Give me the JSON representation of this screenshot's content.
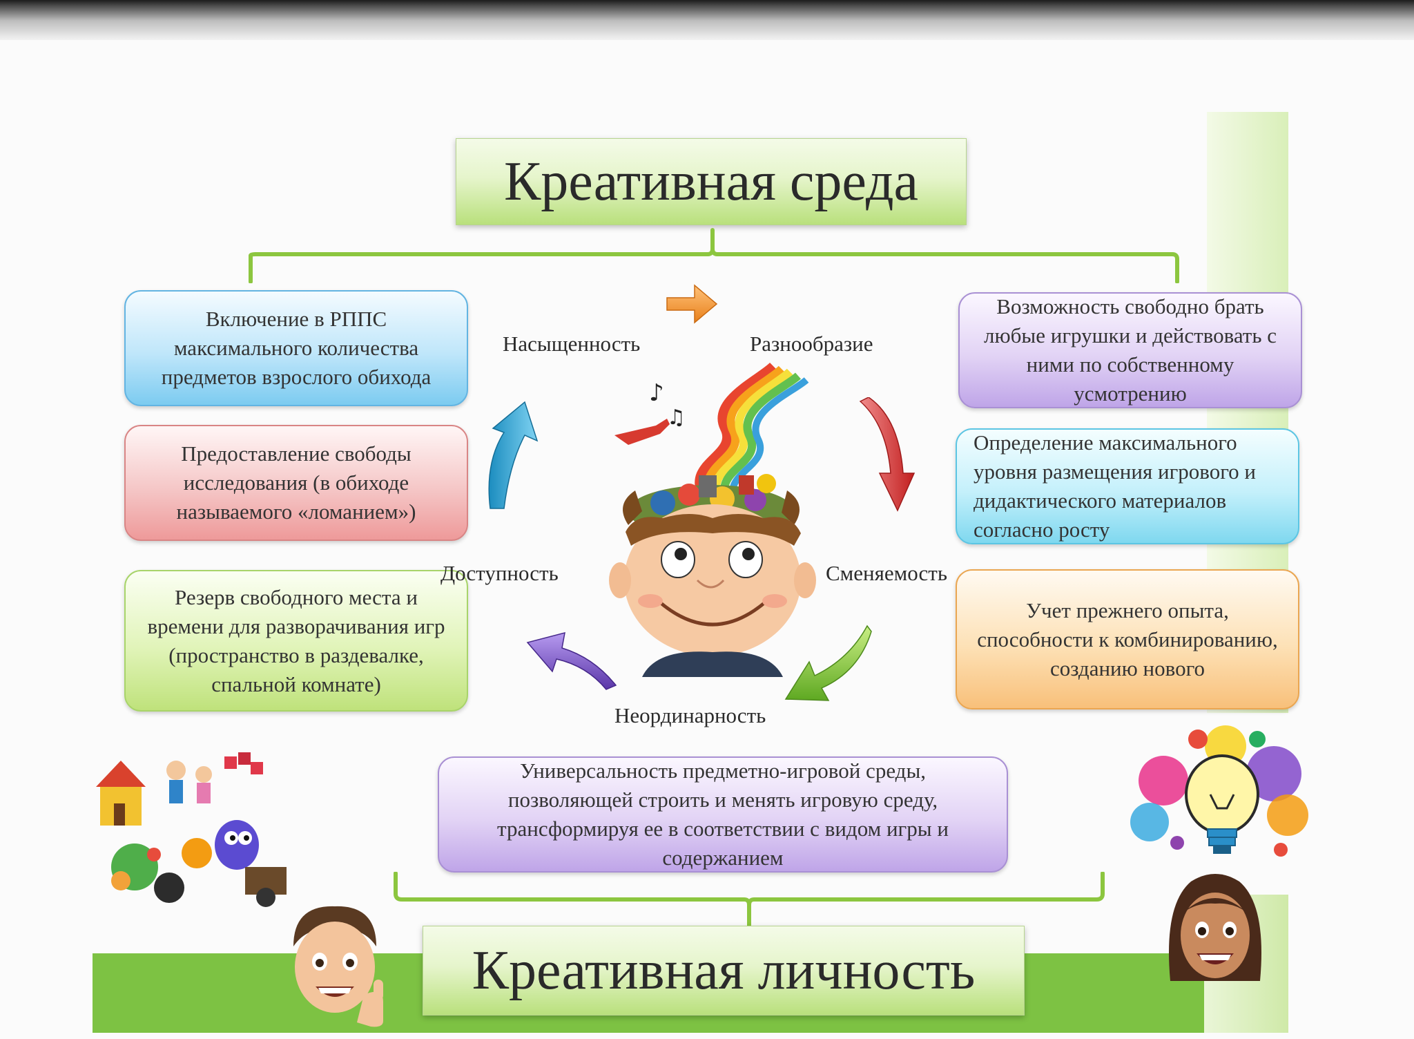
{
  "title_top": "Креативная среда",
  "title_bottom": "Креативная личность",
  "left_boxes": [
    "Включение в РППС максимального количества предметов взрослого обихода",
    "Предоставление свободы исследования (в обиходе называемого «ломанием»)",
    "Резерв свободного места и времени для разворачивания игр (пространство в раздевалке, спальной комнате)"
  ],
  "right_boxes": [
    "Возможность свободно брать любые игрушки и действовать с ними по собственному усмотрению",
    "Определение максимального уровня размещения игрового и дидактического материалов согласно росту",
    "Учет прежнего опыта, способности к комбинированию, созданию нового"
  ],
  "bottom_box": "Универсальность предметно-игровой среды, позволяющей строить и менять игровую среду, трансформируя ее в соответствии с видом игры и содержанием",
  "cycle_labels": {
    "saturation": "Насыщенность",
    "variety": "Разнообразие",
    "change": "Сменяемость",
    "unusual": "Неординарность",
    "access": "Доступность"
  },
  "colors": {
    "title_green": "#b9e07c",
    "band_green": "#7dc243",
    "arrow_orange": "#f39a2e",
    "arrow_red": "#d2322f",
    "arrow_green": "#7ec23a",
    "arrow_purple": "#7b56c8",
    "arrow_blue": "#2aa6d6"
  },
  "icons": [
    "boy-with-creative-head-illustration",
    "children-drawing-collage",
    "boy-emoji-thumbs-up",
    "lightbulb-paint-splash",
    "girl-emoji"
  ]
}
